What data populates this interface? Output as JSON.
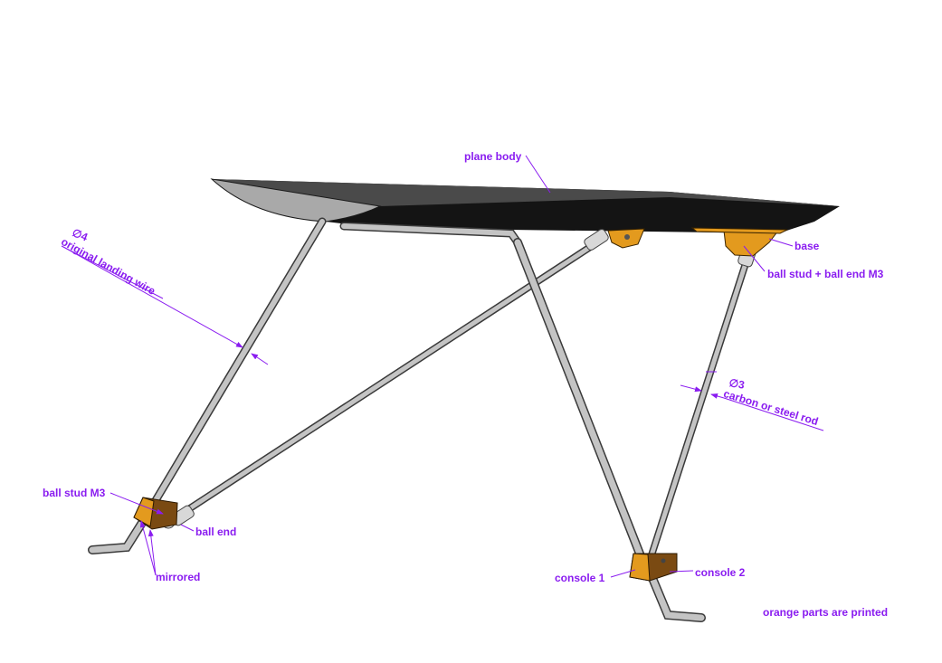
{
  "colors": {
    "annotation": "#8a1cf0",
    "plane_top": "#4a4a4a",
    "plane_side": "#141414",
    "plane_nose": "#a9a9a9",
    "rod": "#b8b8b8",
    "printed_part": "#e39a1e",
    "printed_part_dark": "#7a4a12",
    "background": "#ffffff"
  },
  "labels": {
    "plane_body": "plane body",
    "base": "base",
    "ball_stud_ball_end": "ball stud + ball end M3",
    "dia4": "∅4",
    "original_landing_wire": "original landing wire",
    "dia3": "∅3",
    "carbon_or_steel_rod": "carbon or steel rod",
    "ball_stud_m3": "ball stud M3",
    "ball_end": "ball end",
    "mirrored": "mirrored",
    "console_1": "console 1",
    "console_2": "console 2",
    "note": "orange parts are printed"
  }
}
